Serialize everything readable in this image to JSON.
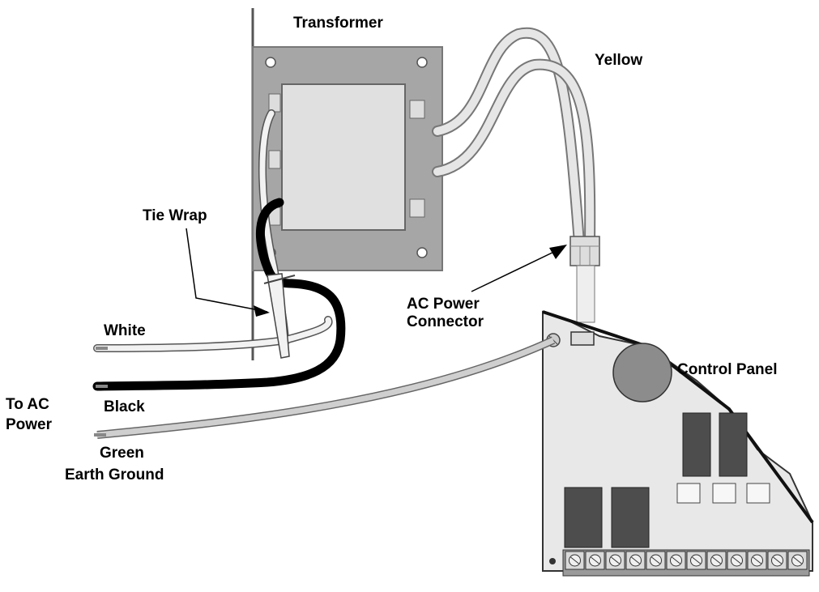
{
  "labels": {
    "transformer": "Transformer",
    "yellow": "Yellow",
    "tie_wrap": "Tie Wrap",
    "ac_connector_line1": "AC Power",
    "ac_connector_line2": "Connector",
    "white": "White",
    "black": "Black",
    "to_ac_line1": "To AC",
    "to_ac_line2": "Power",
    "green": "Green",
    "earth_ground": "Earth Ground",
    "control_panel": "Control Panel"
  },
  "colors": {
    "transformer_plate": "#a6a6a6",
    "transformer_coil": "#e0e0e0",
    "wire_black": "#000000",
    "wire_light": "#dcdcdc",
    "panel": "#e8e8e8",
    "relay": "#4d4d4d"
  }
}
